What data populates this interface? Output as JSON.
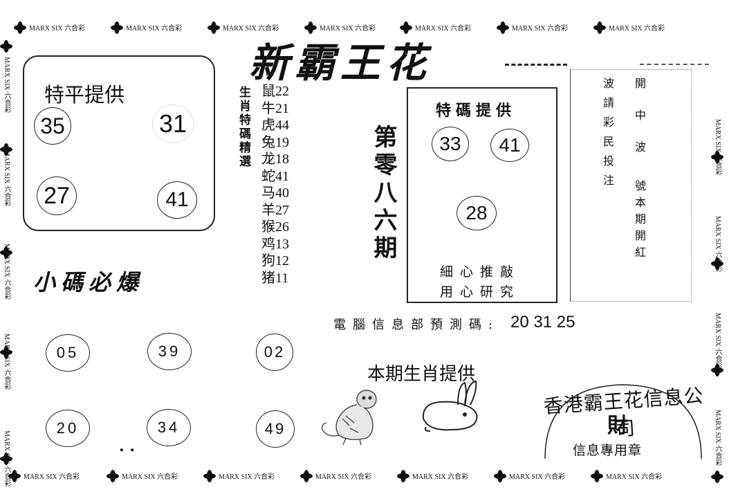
{
  "border": {
    "label": "MARX SIX 六合彩"
  },
  "title": "新霸王花",
  "teping": {
    "heading": "特平提供",
    "numbers": [
      "35",
      "31",
      "27",
      "41"
    ]
  },
  "zodiac": {
    "side_label": "生肖特碼精選",
    "rows": [
      {
        "animal": "鼠",
        "num": "22"
      },
      {
        "animal": "牛",
        "num": "21"
      },
      {
        "animal": "虎",
        "num": "44"
      },
      {
        "animal": "兔",
        "num": "19"
      },
      {
        "animal": "龙",
        "num": "18"
      },
      {
        "animal": "蛇",
        "num": "41"
      },
      {
        "animal": "马",
        "num": "40"
      },
      {
        "animal": "羊",
        "num": "27"
      },
      {
        "animal": "猴",
        "num": "26"
      },
      {
        "animal": "鸡",
        "num": "13"
      },
      {
        "animal": "狗",
        "num": "12"
      },
      {
        "animal": "猪",
        "num": "11"
      }
    ]
  },
  "period": "第零八六期",
  "tema": {
    "heading": "特碼提供",
    "numbers": [
      "33",
      "41",
      "28"
    ],
    "line1": "細心推敲",
    "line2": "用心研究"
  },
  "notice": {
    "col1": "波請彩民投注",
    "col2": "開中波",
    "col3": "號本期開紅"
  },
  "small": {
    "heading": "小碼必爆",
    "numbers": [
      "05",
      "39",
      "02",
      "20",
      "34",
      "49"
    ],
    "dots": ". ."
  },
  "computer": {
    "label": "電腦信息部預測碼:",
    "value": "20 31 25"
  },
  "shengxiao": {
    "heading": "本期生肖提供"
  },
  "seal": {
    "ring": "香港霸王花信息公司",
    "center": "財",
    "bottom": "信息專用章"
  }
}
